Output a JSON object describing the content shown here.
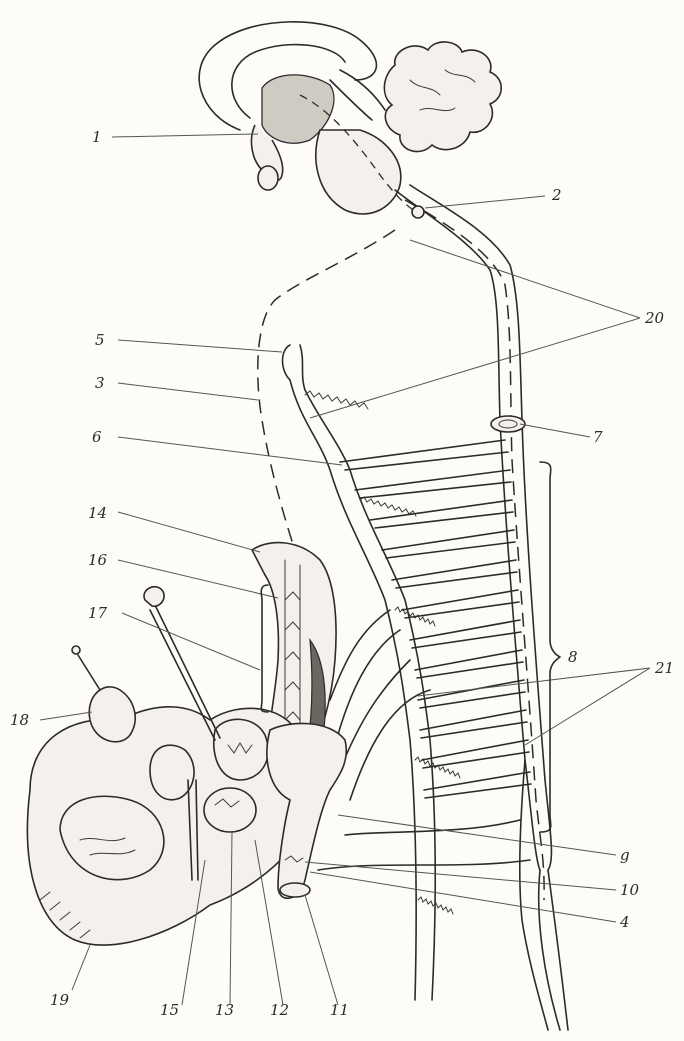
{
  "labels": {
    "l1": "1",
    "l2": "2",
    "l3": "3",
    "l4": "4",
    "l5": "5",
    "l6": "6",
    "l7": "7",
    "l8": "8",
    "l9": "g",
    "l10": "10",
    "l11": "11",
    "l12": "12",
    "l13": "13",
    "l14": "14",
    "l15": "15",
    "l16": "16",
    "l17": "17",
    "l18": "18",
    "l19": "19",
    "l20": "20",
    "l21": "21"
  }
}
